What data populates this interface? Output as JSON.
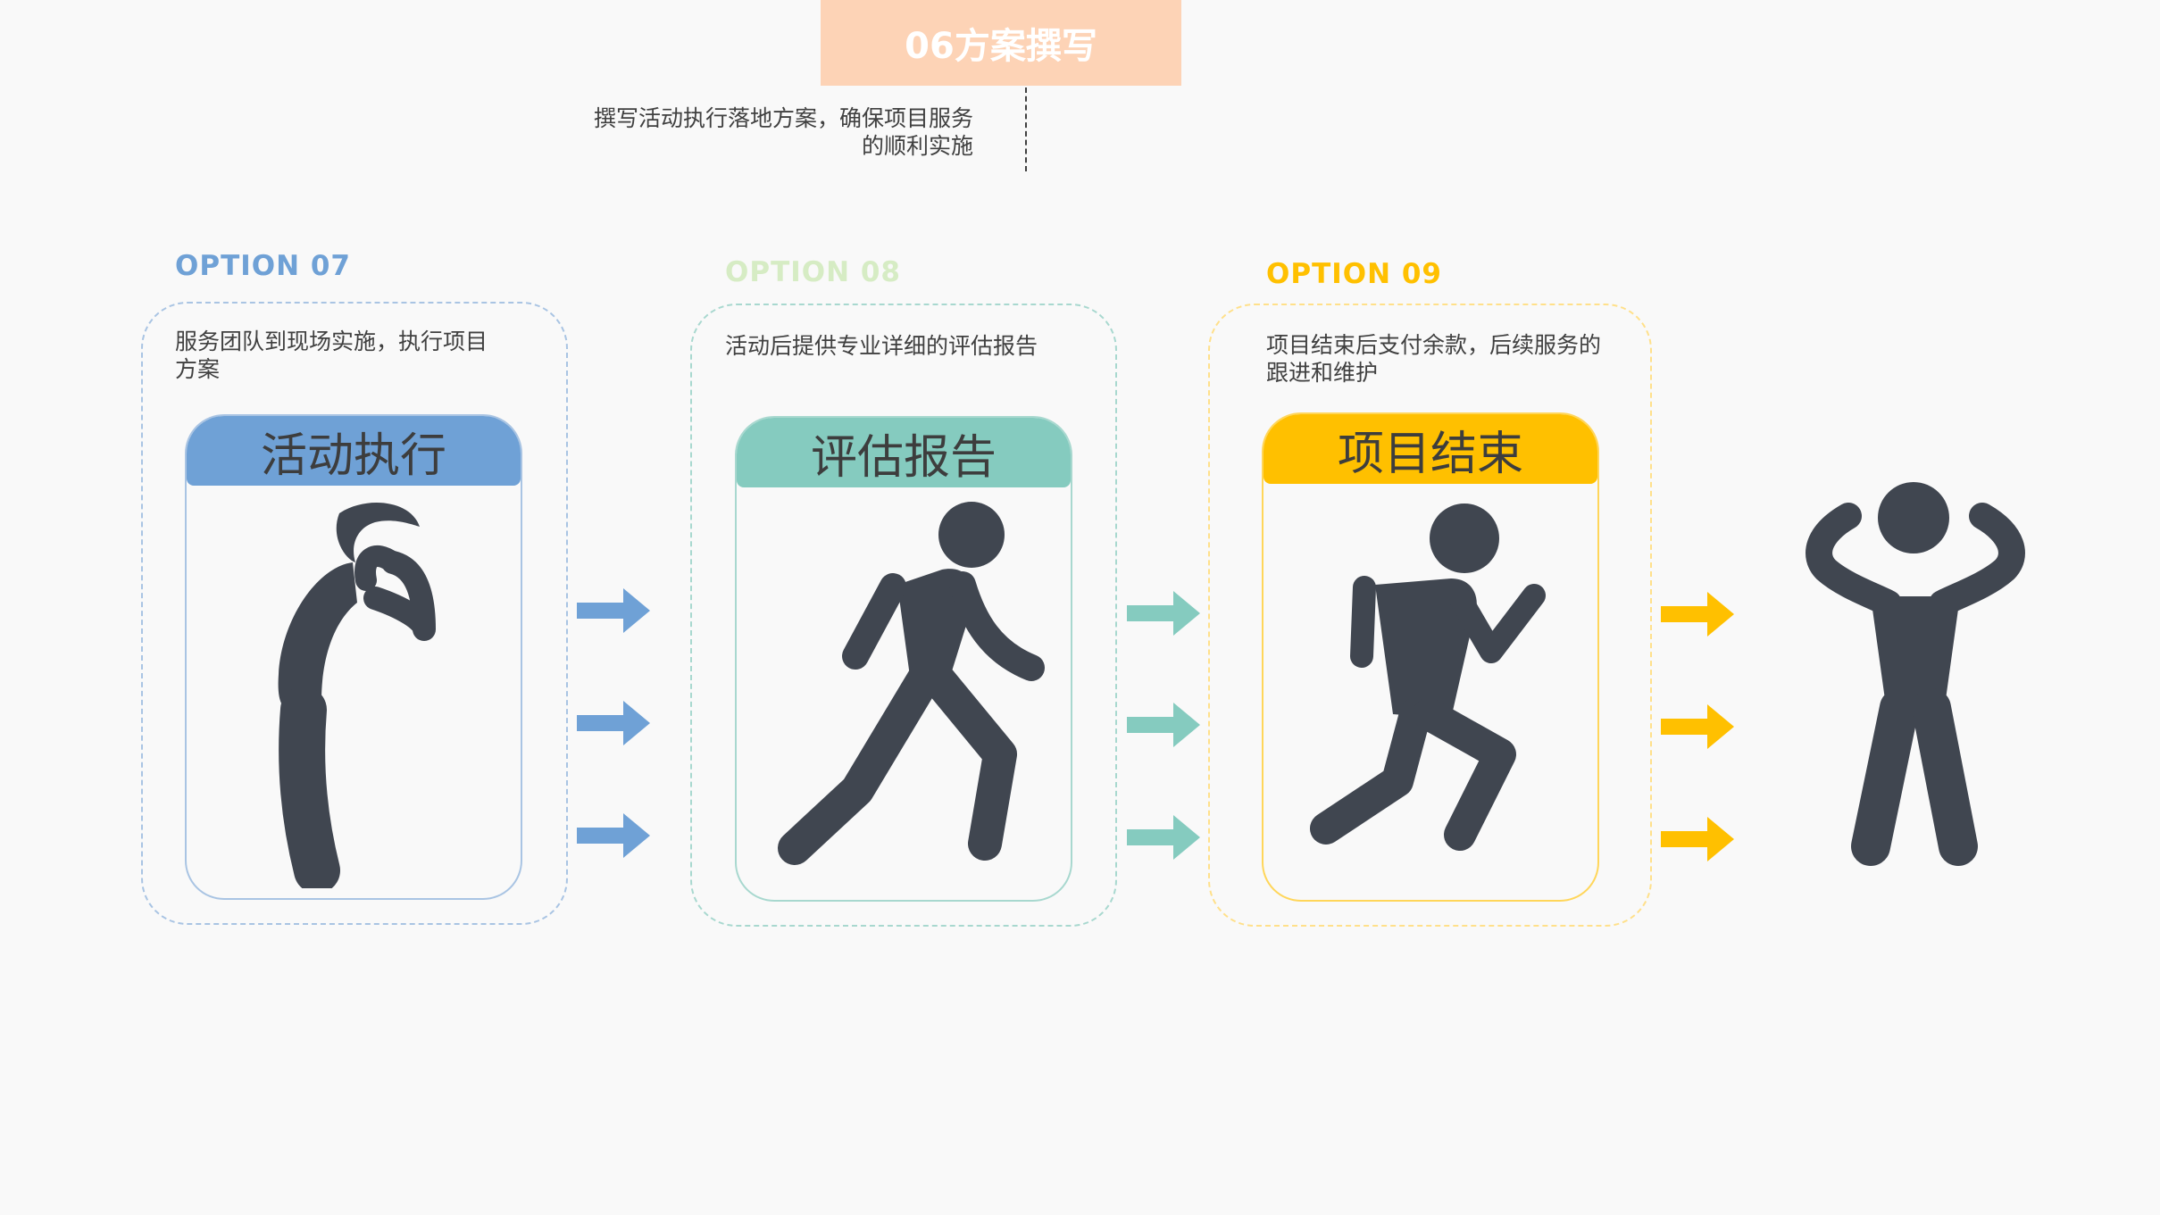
{
  "top_step": {
    "title": "06方案撰写",
    "description_line1": "撰写活动执行落地方案，确保项目服务",
    "description_line2": "的顺利实施"
  },
  "options": [
    {
      "option_label": "OPTION 07",
      "description_line1": "服务团队到现场实施，执行项目",
      "description_line2": "方案",
      "card_title": "活动执行",
      "color": "#6fa1d6",
      "figure_icon": "hunched-person-icon"
    },
    {
      "option_label": "OPTION 08",
      "description_line1": "活动后提供专业详细的评估报告",
      "description_line2": "",
      "card_title": "评估报告",
      "color": "#85cbbf",
      "title_color": "#d6ecc4",
      "figure_icon": "walking-person-icon"
    },
    {
      "option_label": "OPTION 09",
      "description_line1": "项目结束后支付余款，后续服务的",
      "description_line2": "跟进和维护",
      "card_title": "项目结束",
      "color": "#ffc000",
      "figure_icon": "running-person-icon"
    }
  ],
  "final_figure_icon": "cheering-person-icon",
  "colors": {
    "figure": "#404650",
    "top_box": "#fdd3b6",
    "text": "#404040"
  }
}
